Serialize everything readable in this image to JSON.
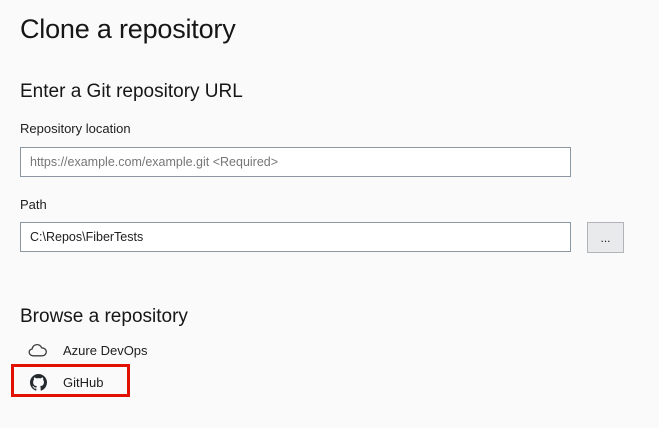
{
  "page": {
    "title": "Clone a repository",
    "background": "#fafafa"
  },
  "url_section": {
    "heading": "Enter a Git repository URL",
    "repository_location": {
      "label": "Repository location",
      "placeholder": "https://example.com/example.git <Required>",
      "value": ""
    },
    "path_field": {
      "label": "Path",
      "value": "C:\\Repos\\FiberTests"
    },
    "browse_button_label": "..."
  },
  "browse_section": {
    "heading": "Browse a repository",
    "items": [
      {
        "label": "Azure DevOps",
        "icon": "cloud-icon"
      },
      {
        "label": "GitHub",
        "icon": "github-icon",
        "highlighted": true
      }
    ]
  },
  "annotation": {
    "type": "red-highlight-rectangle",
    "target": "GitHub",
    "color": "#e11000"
  },
  "colors": {
    "input_border": "#8b98a3",
    "input_background": "#ffffff",
    "placeholder_text": "#767676",
    "button_background": "#e9eaec",
    "button_border": "#b3b4b8",
    "heading_text": "#161616"
  }
}
